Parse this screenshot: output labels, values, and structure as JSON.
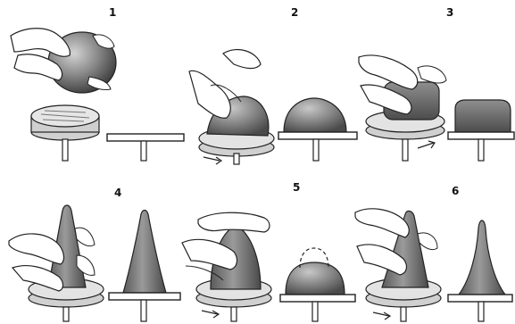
{
  "figure": {
    "steps": [
      {
        "number": "1"
      },
      {
        "number": "2"
      },
      {
        "number": "3"
      },
      {
        "number": "4"
      },
      {
        "number": "5"
      },
      {
        "number": "6"
      }
    ]
  }
}
